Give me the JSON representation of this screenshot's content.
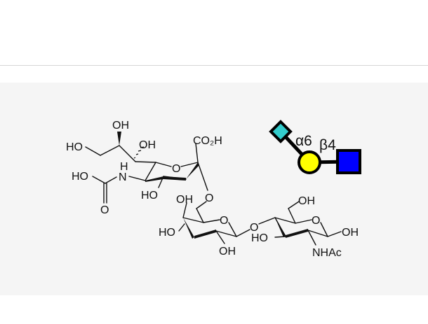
{
  "figure": {
    "type": "chemical-structure-with-glycan-symbol",
    "structure_labels": {
      "oh_top": "OH",
      "ho_left": "HO",
      "oh_c7": "OH",
      "h_nh": "H",
      "n": "N",
      "ho_carbamate": "HO",
      "o_carbonyl": "O",
      "ho_ring1": "HO",
      "ring1_o": "O",
      "co2h": "CO₂H",
      "linker_o": "O",
      "oh_gal6": "OH",
      "ho_gal4": "HO",
      "gal_ring_o": "O",
      "oh_gal2": "OH",
      "glyco_o": "O",
      "ho_glc3": "HO",
      "oh_glc6": "OH",
      "glc_ring_o": "O",
      "oh_glc1": "OH",
      "nhac": "NHAc"
    },
    "glycan": {
      "linkage_1": "α6",
      "linkage_2": "β4",
      "residues": [
        {
          "name": "sialic-acid",
          "shape": "diamond",
          "color": "#33CCCC"
        },
        {
          "name": "galactose",
          "shape": "circle",
          "color": "#FFFF00"
        },
        {
          "name": "n-acetylglucosamine",
          "shape": "square",
          "color": "#0000FF"
        }
      ]
    }
  },
  "colors": {
    "panel_bg": "#f5f5f5",
    "divider": "#d6d6d6",
    "bond": "#111111"
  }
}
